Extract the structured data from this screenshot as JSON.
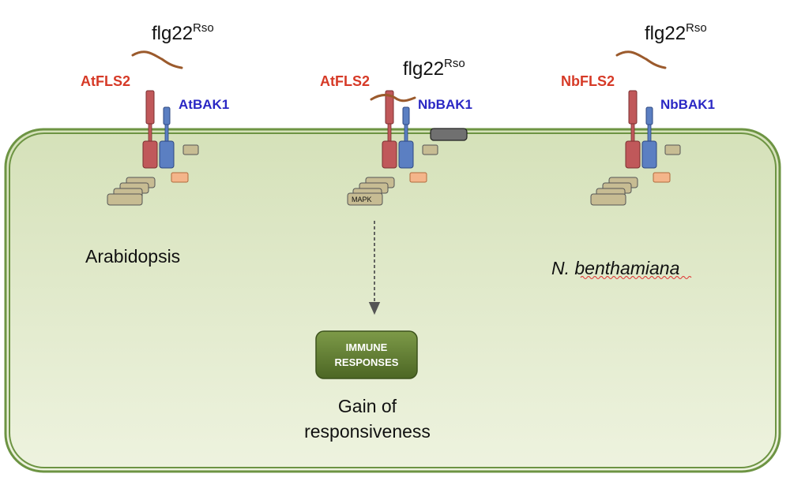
{
  "colors": {
    "cell_fill": "#dfe8c8",
    "cell_border": "#6d9443",
    "fls2_red": "#c0585a",
    "bak1_blue": "#5b7fc2",
    "peptide": "#9b5a2c",
    "kinase_tan": "#c7bc93",
    "small_orange": "#f4b58a",
    "channel_gray": "#707070",
    "immune_box": "#5e7a2e",
    "label_red": "#d63a27",
    "label_blue": "#2a27c4"
  },
  "panels": [
    {
      "peptide": {
        "label": "flg22",
        "superscript": "Rso"
      },
      "fls2_label": "AtFLS2",
      "bak1_label": "AtBAK1",
      "organism": "Arabidopsis"
    },
    {
      "peptide": {
        "label": "flg22",
        "superscript": "Rso"
      },
      "fls2_label": "AtFLS2",
      "bak1_label": "NbBAK1",
      "kinase_label": "MAPK"
    },
    {
      "peptide": {
        "label": "flg22",
        "superscript": "Rso"
      },
      "fls2_label": "NbFLS2",
      "bak1_label": "NbBAK1",
      "organism": "N. benthamiana"
    }
  ],
  "outcome": {
    "box_line1": "IMMUNE",
    "box_line2": "RESPONSES",
    "text_line1": "Gain of",
    "text_line2": "responsiveness"
  }
}
